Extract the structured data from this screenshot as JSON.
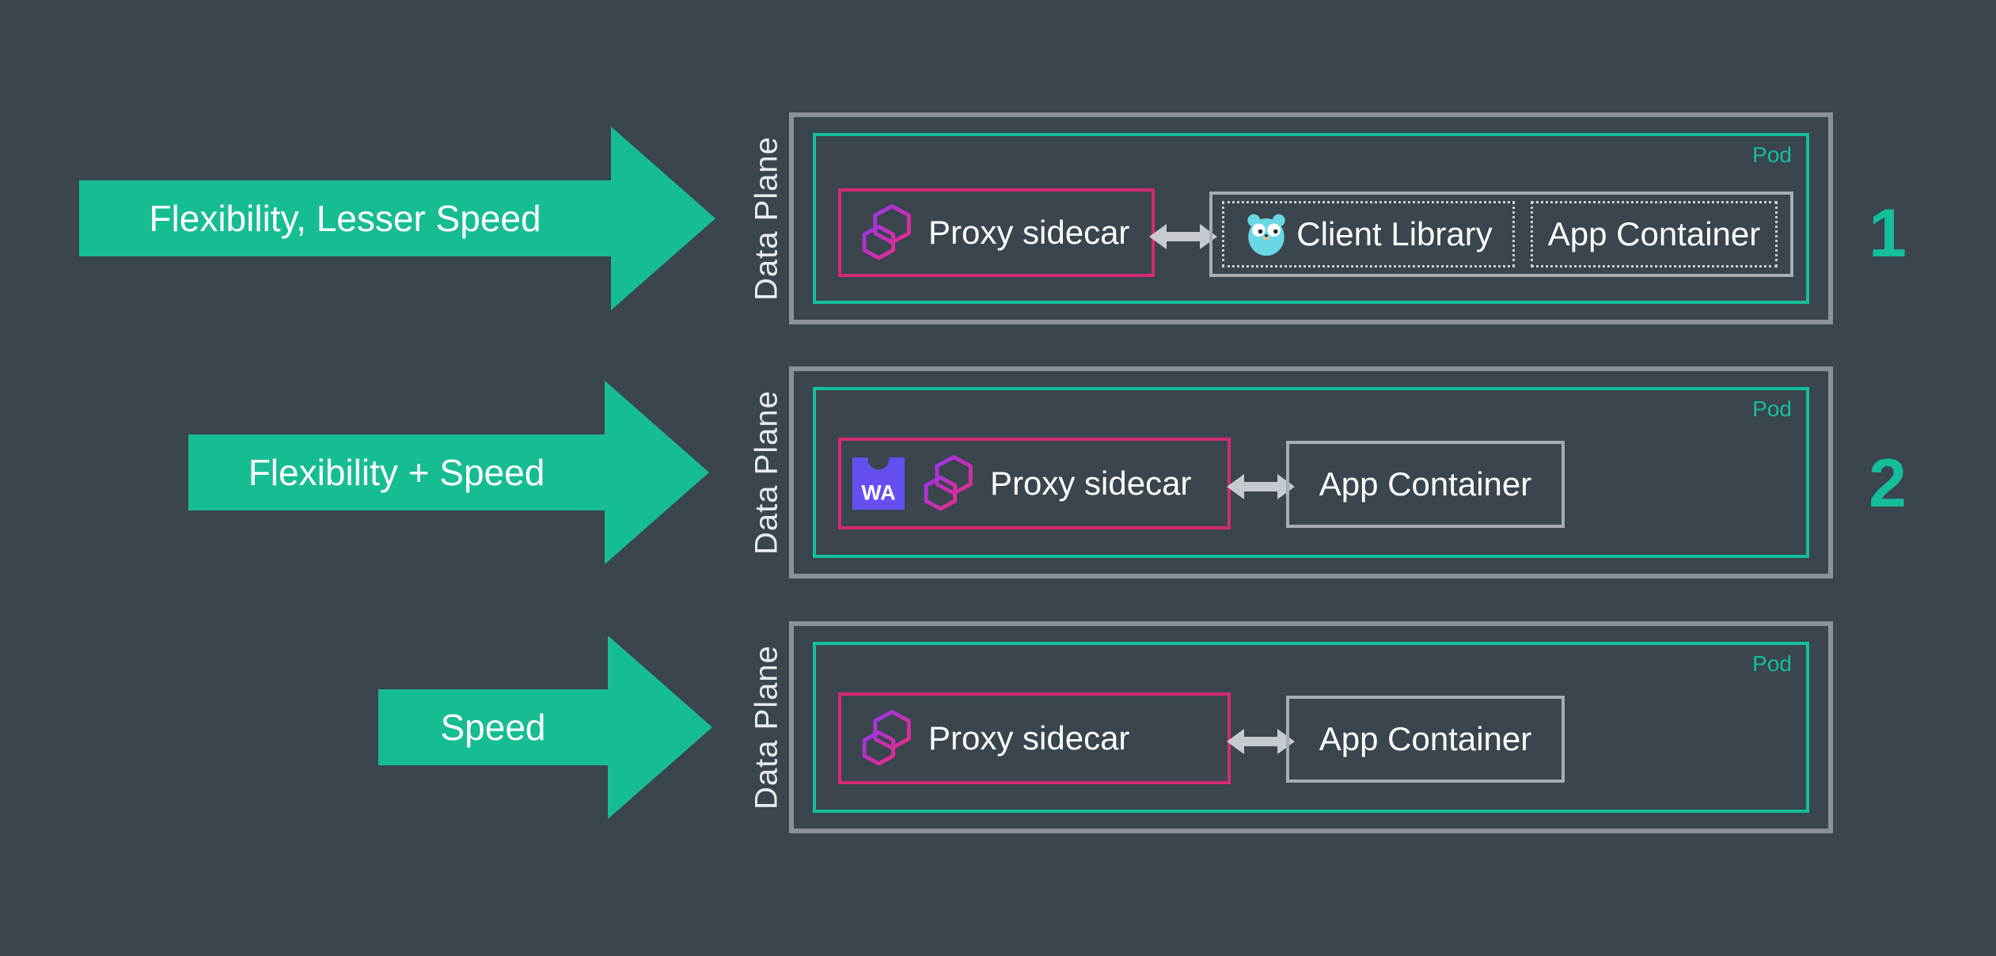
{
  "colors": {
    "background": "#3A454E",
    "arrow_green": "#17BD92",
    "teal": "#14BE9B",
    "outer_border_gray": "#8B9196",
    "proxy_pink": "#D62A71",
    "wasm_purple": "#654FF0",
    "arrow_gray": "#C6CACE",
    "envoy_gradient_start": "#9A35E8",
    "envoy_gradient_end": "#E82C8C",
    "gopher_blue": "#6AD7E5"
  },
  "rows": [
    {
      "arrow_label": "Flexibility, Lesser Speed",
      "data_plane_label": "Data Plane",
      "pod_label": "Pod",
      "proxy_label": "Proxy sidecar",
      "client_library_label": "Client Library",
      "app_container_label": "App Container",
      "number": "1"
    },
    {
      "arrow_label": "Flexibility + Speed",
      "data_plane_label": "Data Plane",
      "pod_label": "Pod",
      "wasm_label": "WA",
      "proxy_label": "Proxy sidecar",
      "app_container_label": "App Container",
      "number": "2"
    },
    {
      "arrow_label": "Speed",
      "data_plane_label": "Data Plane",
      "pod_label": "Pod",
      "proxy_label": "Proxy sidecar",
      "app_container_label": "App Container"
    }
  ]
}
